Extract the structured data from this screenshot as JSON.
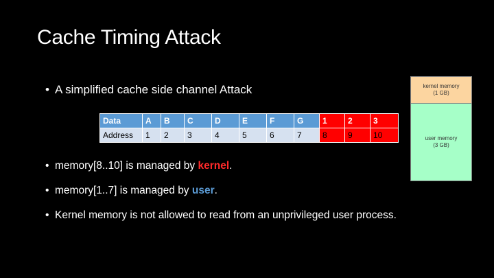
{
  "slide": {
    "title": "Cache Timing Attack",
    "bullets": {
      "b1": "A simplified cache side channel Attack",
      "b2_prefix": "memory[8..10] is managed by ",
      "b2_highlight": "kernel",
      "b2_suffix": ".",
      "b3_prefix": "memory[1..7] is managed by ",
      "b3_highlight": "user",
      "b3_suffix": ".",
      "b4": "Kernel memory is not allowed to read from an unprivileged user process."
    },
    "bullet_glyph": "•",
    "table": {
      "header": [
        "Data",
        "A",
        "B",
        "C",
        "D",
        "E",
        "F",
        "G",
        "1",
        "2",
        "3"
      ],
      "address": [
        "Address",
        "1",
        "2",
        "3",
        "4",
        "5",
        "6",
        "7",
        "8",
        "9",
        "10"
      ]
    },
    "memory": {
      "kernel_line1": "kernel memory",
      "kernel_line2": "(1 GB)",
      "user_line1": "user memory",
      "user_line2": "(3 GB)"
    },
    "colors": {
      "background": "#000000",
      "user_blue": "#5b9bd5",
      "kernel_red": "#ff0000",
      "address_row": "#d6e1f0",
      "kernel_memory_box": "#fcd5a0",
      "user_memory_box": "#a6ffc8"
    }
  }
}
